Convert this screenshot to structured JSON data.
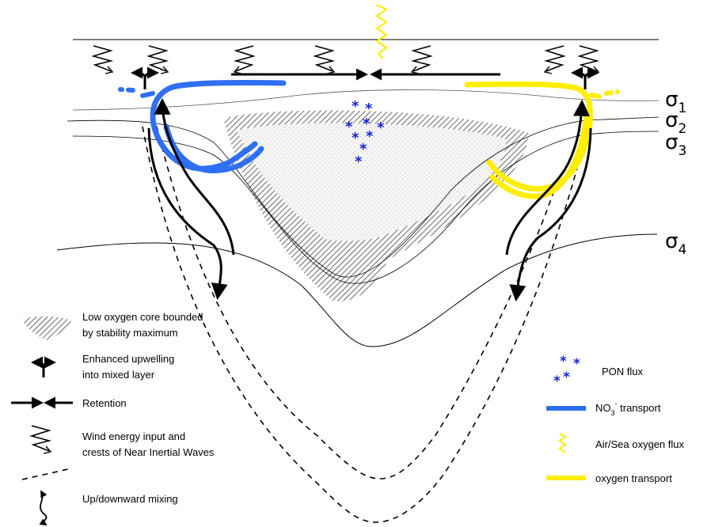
{
  "isopycnals": [
    {
      "symbol": "σ",
      "index": "1"
    },
    {
      "symbol": "σ",
      "index": "2"
    },
    {
      "symbol": "σ",
      "index": "3"
    },
    {
      "symbol": "σ",
      "index": "4"
    }
  ],
  "legend_left": [
    {
      "icon": "hatched-core-icon",
      "lines": [
        "Low oxygen core bounded",
        "by stability maximum"
      ]
    },
    {
      "icon": "upwelling-icon",
      "lines": [
        "Enhanced upwelling",
        "into mixed layer"
      ]
    },
    {
      "icon": "retention-icon",
      "lines": [
        "Retention"
      ]
    },
    {
      "icon": "wind-wave-icon",
      "lines": [
        "Wind energy input and",
        "crests of Near Inertial Waves"
      ]
    },
    {
      "icon": "mixing-icon",
      "lines": [
        "Up/downward mixing"
      ]
    }
  ],
  "legend_right": {
    "pon": "PON flux",
    "no3": {
      "main": "NO",
      "sub": "3",
      "sup": "-",
      "rest": " transport"
    },
    "airsea": "Air/Sea oxygen flux",
    "oxygen": "oxygen transport"
  },
  "colors": {
    "nitrate": "#2f6ff2",
    "oxygen": "#ffee00",
    "pon": "#1a22d8",
    "ink": "#000000"
  }
}
